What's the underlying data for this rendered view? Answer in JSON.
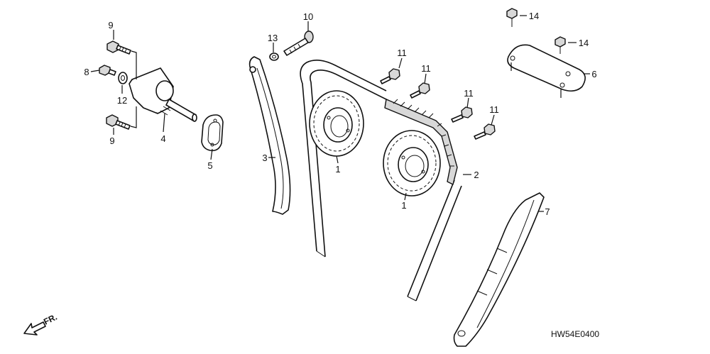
{
  "callouts": {
    "c1a": "1",
    "c1b": "1",
    "c2": "2",
    "c3": "3",
    "c4": "4",
    "c5": "5",
    "c6": "6",
    "c7": "7",
    "c8": "8",
    "c9a": "9",
    "c9b": "9",
    "c10": "10",
    "c11a": "11",
    "c11b": "11",
    "c11c": "11",
    "c11d": "11",
    "c12": "12",
    "c13": "13",
    "c14a": "14",
    "c14b": "14"
  },
  "direction_label": "FR.",
  "diagram_code": "HW54E0400"
}
